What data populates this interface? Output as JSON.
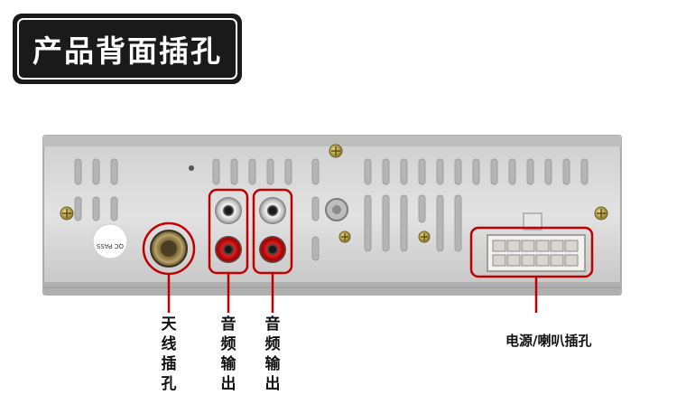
{
  "title": "产品背面插孔",
  "labels": {
    "antenna": "天线插孔",
    "audio_out_1": "音频输出",
    "audio_out_2": "音频输出",
    "power_speaker": "电源/喇叭插孔"
  },
  "stamp": "QC PASS",
  "colors": {
    "panel": "#d9d9d9",
    "callout": "#c00000",
    "title_bg": "#1a1a1a"
  }
}
